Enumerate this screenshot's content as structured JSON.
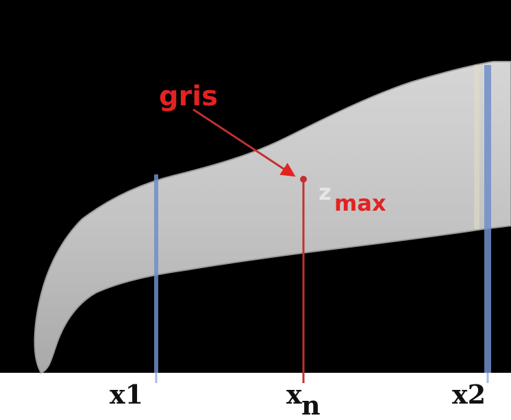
{
  "labels": {
    "gris": "gris",
    "z": "z",
    "max": "max",
    "x1": "x1",
    "x2": "x2",
    "xn_main": "x",
    "xn_sub": "n"
  },
  "colors": {
    "background": "#000000",
    "shape_fill": "#c4c4c4",
    "guide_line": "#6f8fc8",
    "annotation_red": "#e32222",
    "label_dark": "#111111"
  }
}
